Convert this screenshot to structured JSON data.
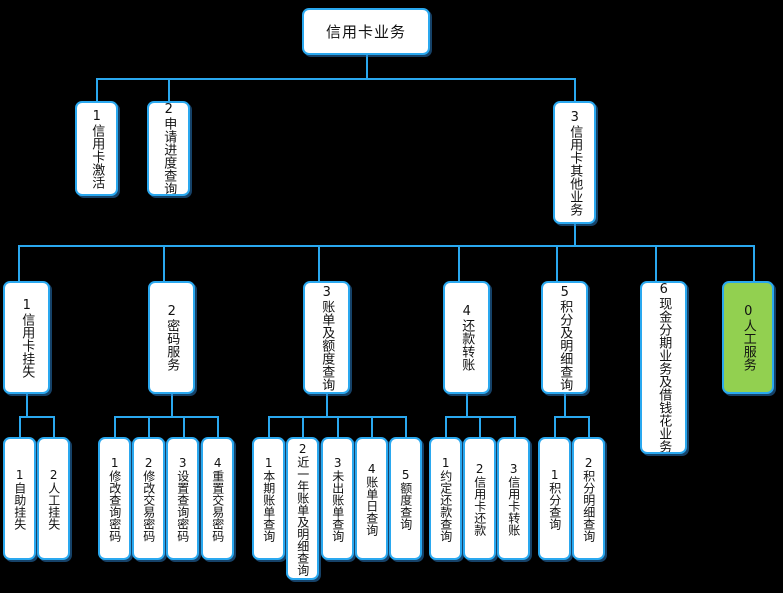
{
  "diagram": {
    "title": "信用卡业务",
    "type": "org-tree",
    "colors": {
      "node_border": "#2aa8ef",
      "node_fill": "#ffffff",
      "highlight_fill": "#92d050",
      "connector": "#2aa8ef",
      "background": "#000000",
      "text": "#111111"
    },
    "root": {
      "id": "root",
      "label": "信用卡业务"
    },
    "level1": [
      {
        "id": "l1-1",
        "label": "1信用卡激活"
      },
      {
        "id": "l1-2",
        "label": "2申请进度查询"
      },
      {
        "id": "l1-3",
        "label": "3信用卡其他业务"
      }
    ],
    "level2": [
      {
        "id": "l2-1",
        "label": "1信用卡挂失"
      },
      {
        "id": "l2-2",
        "label": "2密码服务"
      },
      {
        "id": "l2-3",
        "label": "3账单及额度查询"
      },
      {
        "id": "l2-4",
        "label": "4还款转账"
      },
      {
        "id": "l2-5",
        "label": "5积分及明细查询"
      },
      {
        "id": "l2-6",
        "label": "6现金分期业务及借钱花业务"
      },
      {
        "id": "l2-0",
        "label": "0人工服务",
        "highlight": true
      }
    ],
    "level3": {
      "group_guashi": [
        {
          "id": "l3-1-1",
          "label": "1自助挂失"
        },
        {
          "id": "l3-1-2",
          "label": "2人工挂失"
        }
      ],
      "group_mima": [
        {
          "id": "l3-2-1",
          "label": "1修改查询密码"
        },
        {
          "id": "l3-2-2",
          "label": "2修改交易密码"
        },
        {
          "id": "l3-2-3",
          "label": "3设置查询密码"
        },
        {
          "id": "l3-2-4",
          "label": "4重置交易密码"
        }
      ],
      "group_zhangdan": [
        {
          "id": "l3-3-1",
          "label": "1本期账单查询"
        },
        {
          "id": "l3-3-2",
          "label": "2近一年账单及明细查询"
        },
        {
          "id": "l3-3-3",
          "label": "3未出账单查询"
        },
        {
          "id": "l3-3-4",
          "label": "4账单日查询"
        },
        {
          "id": "l3-3-5",
          "label": "5额度查询"
        }
      ],
      "group_huankuan": [
        {
          "id": "l3-4-1",
          "label": "1约定还款查询"
        },
        {
          "id": "l3-4-2",
          "label": "2信用卡还款"
        },
        {
          "id": "l3-4-3",
          "label": "3信用卡转账"
        }
      ],
      "group_jifen": [
        {
          "id": "l3-5-1",
          "label": "1积分查询"
        },
        {
          "id": "l3-5-2",
          "label": "2积分明细查询"
        }
      ]
    }
  }
}
